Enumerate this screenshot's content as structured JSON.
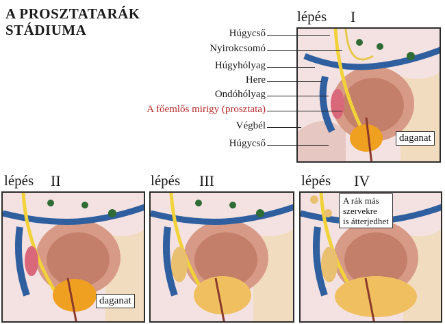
{
  "title": {
    "line1": "A PROSZTATARÁK",
    "line2": "STÁDIUMA"
  },
  "stages": [
    {
      "word": "lépés",
      "num": "I"
    },
    {
      "word": "lépés",
      "num": "II"
    },
    {
      "word": "lépés",
      "num": "III"
    },
    {
      "word": "lépés",
      "num": "IV"
    }
  ],
  "labels": {
    "urethra_top": "Húgycső",
    "lymph_node": "Nyirokcsomó",
    "bladder": "Húgyhólyag",
    "testicle": "Here",
    "seminal_vesicle": "Ondóhólyag",
    "prostate": "A főemlős mirigy (prosztata)",
    "rectum": "Végbél",
    "urethra_bottom": "Húgycső"
  },
  "tumor_label": "daganat",
  "stage4_note": {
    "line1": "A rák más",
    "line2": "szervekre",
    "line3": "is átterjedhet"
  },
  "colors": {
    "prostate_label": "#b5282a",
    "tumor": "#f0a020",
    "vessel": "#2f5f9e",
    "bladder": "#c98f7a"
  }
}
